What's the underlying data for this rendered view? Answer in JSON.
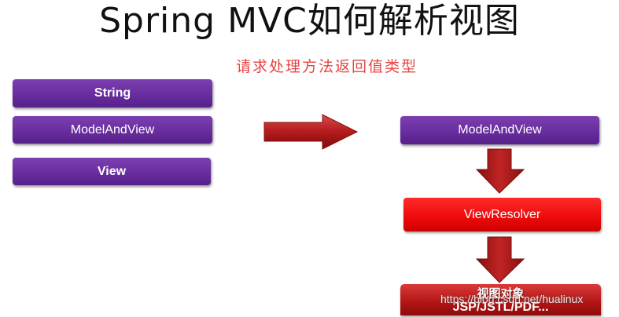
{
  "title": "Spring MVC如何解析视图",
  "subtitle": "请求处理方法返回值类型",
  "left_boxes": [
    "String",
    "ModelAndView",
    "View"
  ],
  "right_boxes": {
    "model_and_view": "ModelAndView",
    "view_resolver": "ViewResolver",
    "view_object_line1": "视图对象",
    "view_object_line2": "JSP/JSTL/PDF..."
  },
  "watermark": "https://blog.csdn.net/hualinux",
  "colors": {
    "purple_box": "#682d9e",
    "red_box": "#ec0a0a",
    "arrow": "#b31b1b",
    "subtitle": "#e64545"
  },
  "icons": {
    "right_arrow": "right-arrow-icon",
    "down_arrow": "down-arrow-icon"
  }
}
